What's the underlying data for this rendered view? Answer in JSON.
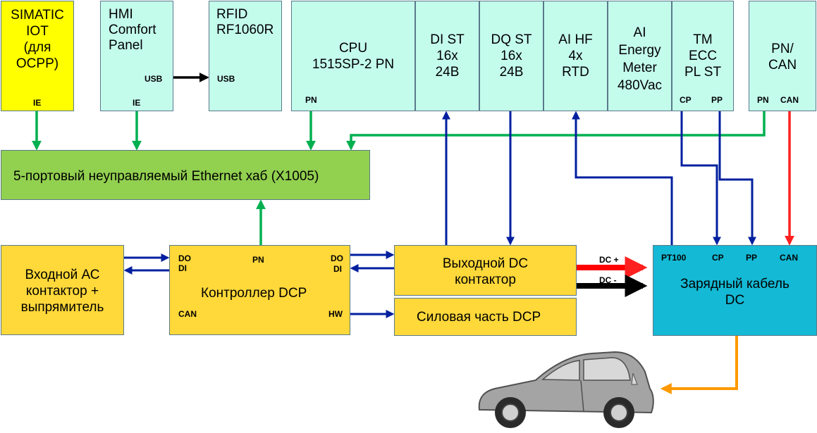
{
  "colors": {
    "data_link": "#00b050",
    "signal_link": "#001f9f",
    "dc_plus": "#ff0000",
    "dc_minus": "#000000",
    "can_link": "#ff2020",
    "car_link": "#ff9900"
  },
  "modules": {
    "simatic": {
      "title": "SIMATIC\nIOT\n(для\nOCPP)",
      "port": "IE"
    },
    "hmi": {
      "title": "HMI\nComfort\nPanel",
      "port_ie": "IE",
      "port_usb": "USB"
    },
    "rfid": {
      "title": "RFID\nRF1060R",
      "port_usb": "USB"
    },
    "cpu": {
      "title": "CPU\n1515SP-2 PN",
      "port": "PN"
    },
    "di": {
      "title": "DI ST\n16x\n24B"
    },
    "dq": {
      "title": "DQ ST\n16x\n24B"
    },
    "ai_hf": {
      "title": "AI HF\n4x\nRTD"
    },
    "ai_energy": {
      "title": "AI\nEnergy\nMeter\n480Vac"
    },
    "tm_ecc": {
      "title": "TM\nECC\nPL ST",
      "port_cp": "CP",
      "port_pp": "PP"
    },
    "pn_can": {
      "title": "PN/\nCAN",
      "port_pn": "PN",
      "port_can": "CAN"
    }
  },
  "hub": {
    "title": "5-портовый  неуправляемый  Ethernet хаб (X1005)"
  },
  "input_ac": {
    "title": "Входной АС\nконтактор +\nвыпрямитель"
  },
  "controller": {
    "title": "Контроллер  DCP",
    "do_left": "DO",
    "di_left": "DI",
    "pn": "PN",
    "do_right": "DO",
    "di_right": "DI",
    "can": "CAN",
    "hw": "HW"
  },
  "output_dc": {
    "title": "Выходной DC\nконтактор"
  },
  "power": {
    "title": "Силовая  часть DCP"
  },
  "cable": {
    "title": "Зарядный  кабель\nDC",
    "pt100": "PT100",
    "cp": "CP",
    "pp": "PP",
    "can": "CAN"
  },
  "links": {
    "dc_plus": "DC +",
    "dc_minus": "DC -"
  }
}
